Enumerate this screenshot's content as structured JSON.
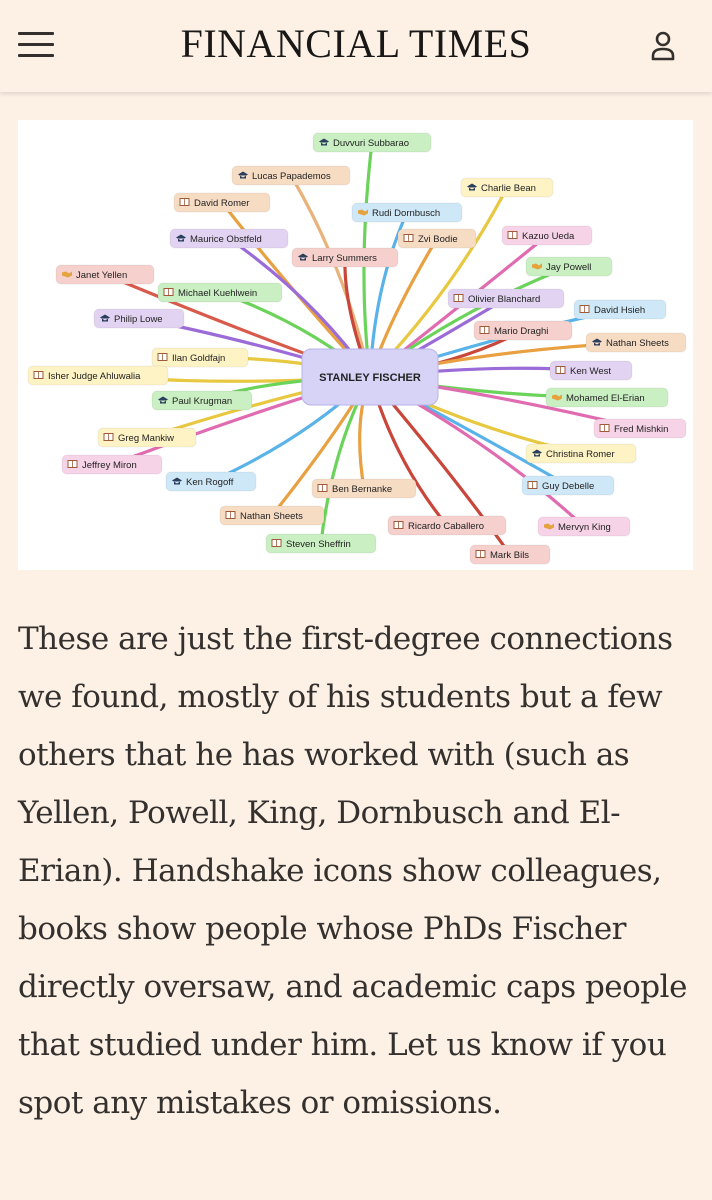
{
  "header": {
    "brand": "FINANCIAL TIMES",
    "menu_icon": "hamburger-menu-icon",
    "account_icon": "user-account-icon"
  },
  "diagram": {
    "center": "STANLEY FISCHER",
    "icon_types": {
      "handshake": "colleague",
      "book": "phd-supervised",
      "cap": "studied-under"
    },
    "nodes": [
      {
        "id": "subbarao",
        "label": "Duvvuri Subbarao",
        "icon": "cap",
        "color": "#c9efc2",
        "line": "#6bd35a"
      },
      {
        "id": "papademos",
        "label": "Lucas Papademos",
        "icon": "cap",
        "color": "#f7dcc4",
        "line": "#e8b27a"
      },
      {
        "id": "romer_d",
        "label": "David Romer",
        "icon": "book",
        "color": "#f7dcc4",
        "line": "#e8a040"
      },
      {
        "id": "bean",
        "label": "Charlie Bean",
        "icon": "cap",
        "color": "#fdf3c5",
        "line": "#e8c840"
      },
      {
        "id": "dornbusch",
        "label": "Rudi Dornbusch",
        "icon": "handshake",
        "color": "#cfe8f7",
        "line": "#5ab3e8"
      },
      {
        "id": "obstfeld",
        "label": "Maurice Obstfeld",
        "icon": "cap",
        "color": "#e2d3f2",
        "line": "#9b6bd8"
      },
      {
        "id": "bodie",
        "label": "Zvi Bodie",
        "icon": "book",
        "color": "#f7dcc4",
        "line": "#e8a040"
      },
      {
        "id": "ueda",
        "label": "Kazuo Ueda",
        "icon": "book",
        "color": "#f7d3e8",
        "line": "#e06bb0"
      },
      {
        "id": "summers",
        "label": "Larry Summers",
        "icon": "cap",
        "color": "#f5d0cc",
        "line": "#c8463a"
      },
      {
        "id": "yellen",
        "label": "Janet Yellen",
        "icon": "handshake",
        "color": "#f5d0cc",
        "line": "#d85a4a"
      },
      {
        "id": "powell",
        "label": "Jay Powell",
        "icon": "handshake",
        "color": "#c9efc2",
        "line": "#6bd35a"
      },
      {
        "id": "kuehlwein",
        "label": "Michael Kuehlwein",
        "icon": "book",
        "color": "#c9efc2",
        "line": "#6bd35a"
      },
      {
        "id": "blanchard",
        "label": "Olivier Blanchard",
        "icon": "book",
        "color": "#e2d3f2",
        "line": "#9b6bd8"
      },
      {
        "id": "hsieh",
        "label": "David Hsieh",
        "icon": "book",
        "color": "#cfe8f7",
        "line": "#5ab3e8"
      },
      {
        "id": "lowe",
        "label": "Philip Lowe",
        "icon": "cap",
        "color": "#e2d3f2",
        "line": "#9b6bd8"
      },
      {
        "id": "draghi",
        "label": "Mario Draghi",
        "icon": "book",
        "color": "#f5d0cc",
        "line": "#c8463a"
      },
      {
        "id": "sheets_r",
        "label": "Nathan Sheets",
        "icon": "cap",
        "color": "#f7dcc4",
        "line": "#e8a040"
      },
      {
        "id": "goldfajn",
        "label": "Ilan Goldfajn",
        "icon": "book",
        "color": "#fdf3c5",
        "line": "#e8c840"
      },
      {
        "id": "ahluwalia",
        "label": "Isher Judge Ahluwalia",
        "icon": "book",
        "color": "#fdf3c5",
        "line": "#e8c840"
      },
      {
        "id": "west",
        "label": "Ken West",
        "icon": "book",
        "color": "#e2d3f2",
        "line": "#9b6bd8"
      },
      {
        "id": "krugman",
        "label": "Paul Krugman",
        "icon": "cap",
        "color": "#c9efc2",
        "line": "#6bd35a"
      },
      {
        "id": "elerian",
        "label": "Mohamed El-Erian",
        "icon": "handshake",
        "color": "#c9efc2",
        "line": "#6bd35a"
      },
      {
        "id": "mishkin",
        "label": "Fred Mishkin",
        "icon": "book",
        "color": "#f7d3e8",
        "line": "#e06bb0"
      },
      {
        "id": "mankiw",
        "label": "Greg Mankiw",
        "icon": "book",
        "color": "#fdf3c5",
        "line": "#e8c840"
      },
      {
        "id": "romer_c",
        "label": "Christina Romer",
        "icon": "cap",
        "color": "#fdf3c5",
        "line": "#e8c840"
      },
      {
        "id": "miron",
        "label": "Jeffrey Miron",
        "icon": "book",
        "color": "#f7d3e8",
        "line": "#e06bb0"
      },
      {
        "id": "debelle",
        "label": "Guy Debelle",
        "icon": "book",
        "color": "#cfe8f7",
        "line": "#5ab3e8"
      },
      {
        "id": "rogoff",
        "label": "Ken Rogoff",
        "icon": "cap",
        "color": "#cfe8f7",
        "line": "#5ab3e8"
      },
      {
        "id": "bernanke",
        "label": "Ben Bernanke",
        "icon": "book",
        "color": "#f7dcc4",
        "line": "#e8a040"
      },
      {
        "id": "sheets_l",
        "label": "Nathan Sheets",
        "icon": "book",
        "color": "#f7dcc4",
        "line": "#e8a040"
      },
      {
        "id": "caballero",
        "label": "Ricardo Caballero",
        "icon": "book",
        "color": "#f5d0cc",
        "line": "#c8463a"
      },
      {
        "id": "king",
        "label": "Mervyn King",
        "icon": "handshake",
        "color": "#f7d3e8",
        "line": "#e06bb0"
      },
      {
        "id": "sheffrin",
        "label": "Steven Sheffrin",
        "icon": "book",
        "color": "#c9efc2",
        "line": "#6bd35a"
      },
      {
        "id": "bils",
        "label": "Mark Bils",
        "icon": "book",
        "color": "#f5d0cc",
        "line": "#c8463a"
      }
    ]
  },
  "article": {
    "paragraph": "These are just the first-degree connections we found, mostly of his students but a few others that he has worked with (such as Yellen, Powell, King, Dornbusch and El-Erian). Handshake icons show colleagues, books show people whose PhDs Fischer directly oversaw, and academic caps people that studied under him. Let us know if you spot any mistakes or omissions."
  }
}
